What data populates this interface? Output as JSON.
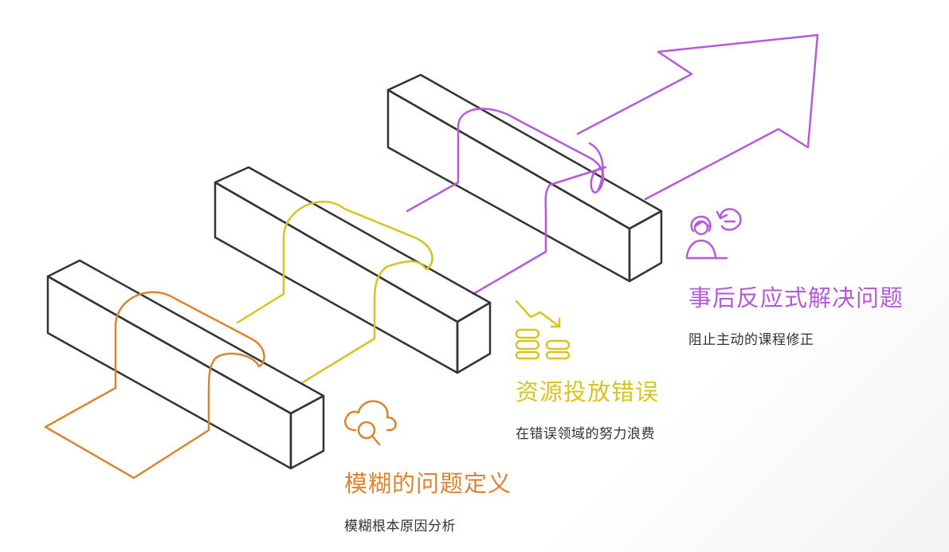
{
  "colors": {
    "stage1": "#de8430",
    "stage2": "#d8c41f",
    "stage3": "#b65ad9",
    "block_stroke": "#333333"
  },
  "stages": [
    {
      "title": "模糊的问题定义",
      "description": "模糊根本原因分析",
      "icon": "search-cloud-icon"
    },
    {
      "title": "资源投放错误",
      "description": "在错误领域的努力浪费",
      "icon": "coins-decline-icon"
    },
    {
      "title": "事后反应式解决问题",
      "description": "阻止主动的课程修正",
      "icon": "person-refresh-icon"
    }
  ]
}
